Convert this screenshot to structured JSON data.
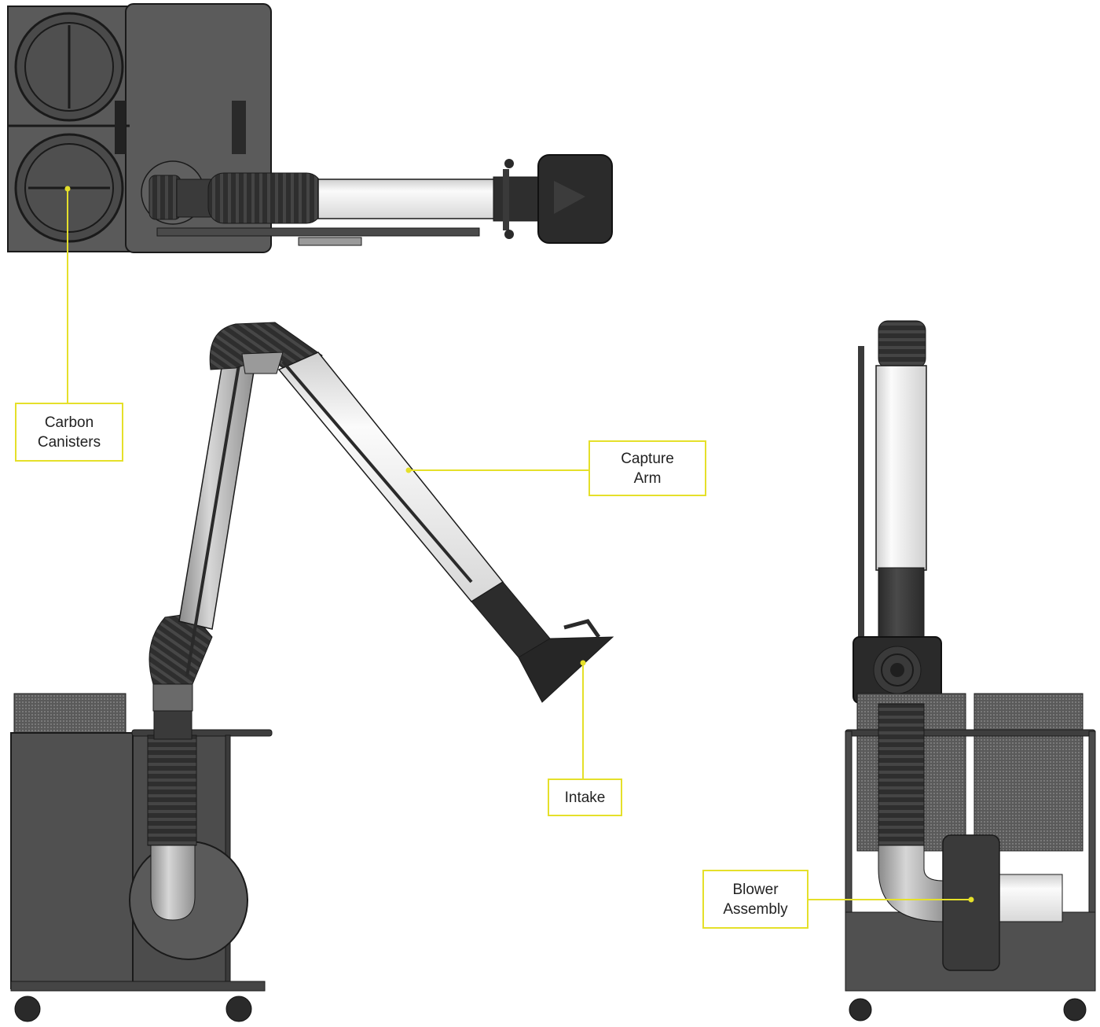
{
  "colors": {
    "callout_accent": "#e5e02a",
    "body_dark": "#4d4d4d",
    "body_mid": "#6b6b6b",
    "bellows": "#2e2e2e",
    "tube_light": "#eeeeee",
    "outline": "#1a1a1a"
  },
  "callouts": {
    "carbon": {
      "line1": "Carbon",
      "line2": "Canisters"
    },
    "capture": {
      "line1": "Capture",
      "line2": "Arm"
    },
    "intake": {
      "label": "Intake"
    },
    "blower": {
      "line1": "Blower",
      "line2": "Assembly"
    }
  }
}
